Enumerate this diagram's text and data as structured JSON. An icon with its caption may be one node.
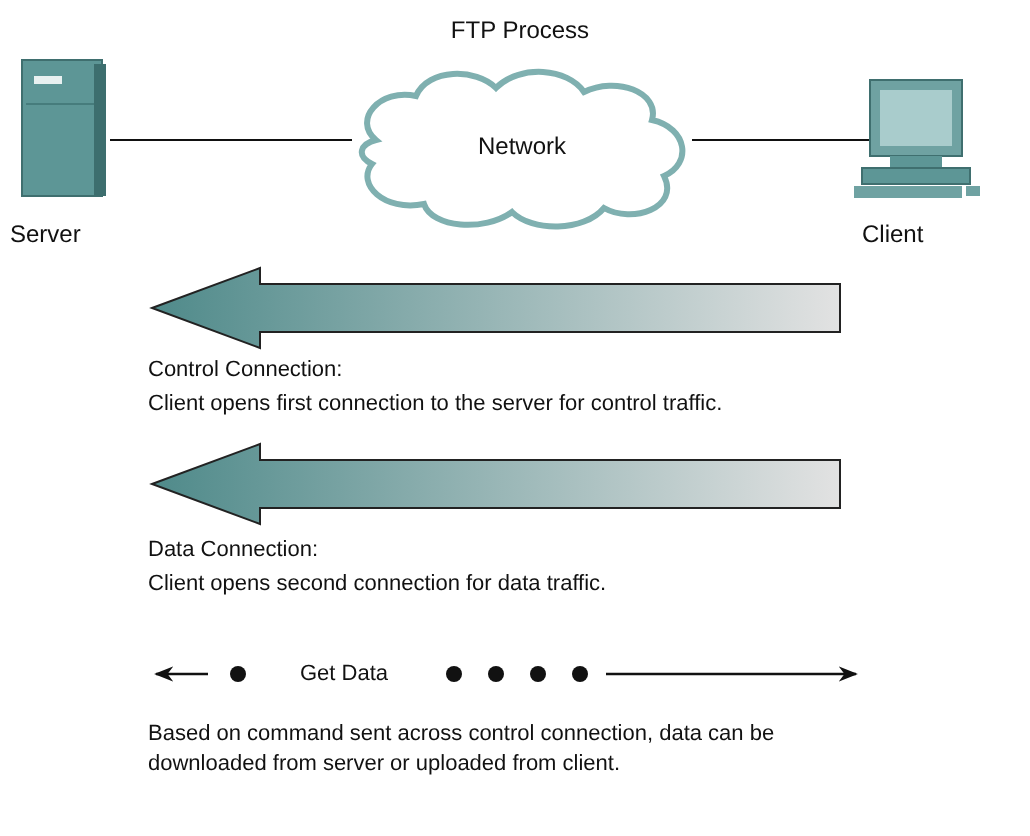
{
  "diagram": {
    "title": "FTP Process",
    "nodes": [
      {
        "text": [
          "Server"
        ]
      },
      {
        "text": [
          "Network"
        ]
      },
      {
        "text": [
          "Client"
        ]
      }
    ],
    "edges": [
      {
        "from": 0,
        "to": 1,
        "arrow": "none"
      },
      {
        "from": 1,
        "to": 2,
        "arrow": "none"
      }
    ],
    "labels": [
      "Control Connection:",
      "Client opens first connection to the server for control traffic.",
      "Data Connection:",
      "Client opens second connection for data traffic.",
      "Get Data",
      "Based on command sent across control connection, data can be downloaded from server or uploaded from client."
    ]
  }
}
